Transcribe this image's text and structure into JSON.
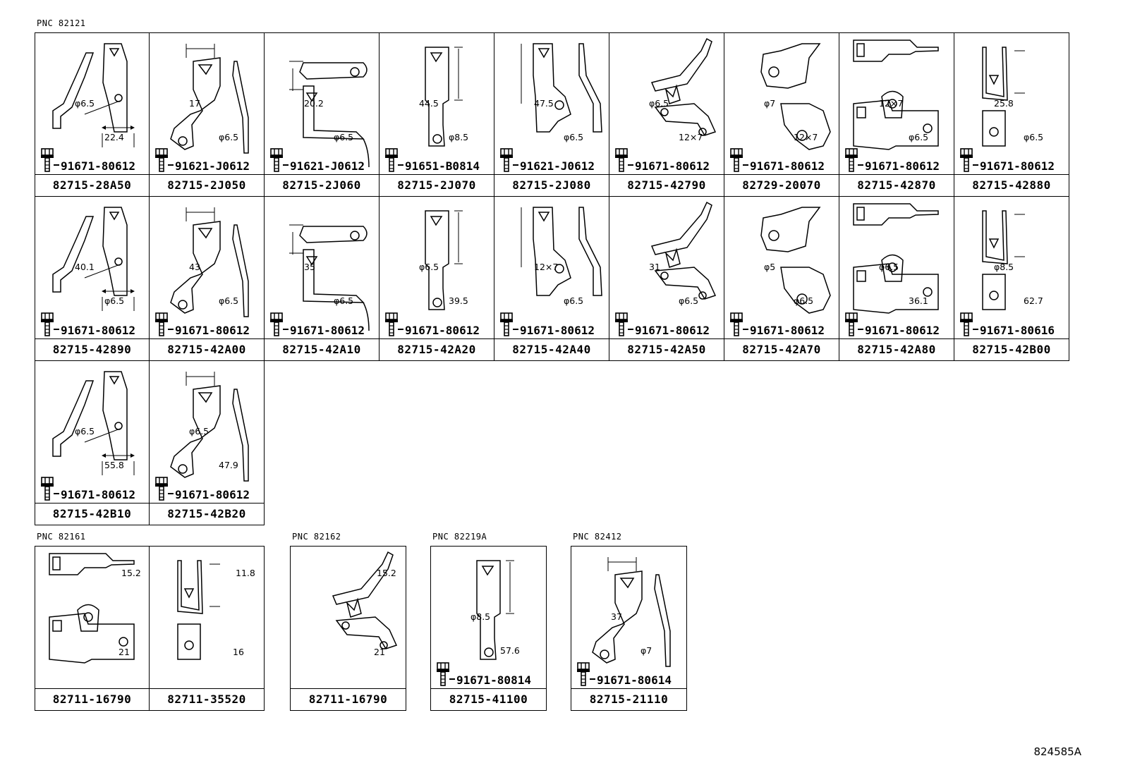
{
  "groups": [
    {
      "pnc": "PNC 82121",
      "cells": [
        {
          "bolt": "91671-80612",
          "part": "82715-28A50",
          "dims": [
            "φ6.5",
            "22.4"
          ]
        },
        {
          "bolt": "91621-J0612",
          "part": "82715-2J050",
          "dims": [
            "17",
            "φ6.5"
          ]
        },
        {
          "bolt": "91621-J0612",
          "part": "82715-2J060",
          "dims": [
            "20.2",
            "φ6.5"
          ]
        },
        {
          "bolt": "91651-B0814",
          "part": "82715-2J070",
          "dims": [
            "44.5",
            "φ8.5"
          ]
        },
        {
          "bolt": "91621-J0612",
          "part": "82715-2J080",
          "dims": [
            "47.5",
            "φ6.5"
          ]
        },
        {
          "bolt": "91671-80612",
          "part": "82715-42790",
          "dims": [
            "φ6.5",
            "12×7"
          ]
        },
        {
          "bolt": "91671-80612",
          "part": "82729-20070",
          "dims": [
            "φ7",
            "12×7"
          ]
        },
        {
          "bolt": "91671-80612",
          "part": "82715-42870",
          "dims": [
            "12×7",
            "φ6.5"
          ]
        },
        {
          "bolt": "91671-80612",
          "part": "82715-42880",
          "dims": [
            "25.8",
            "φ6.5"
          ]
        },
        {
          "bolt": "91671-80612",
          "part": "82715-42890",
          "dims": [
            "40.1",
            "φ6.5"
          ]
        },
        {
          "bolt": "91671-80612",
          "part": "82715-42A00",
          "dims": [
            "43",
            "φ6.5"
          ]
        },
        {
          "bolt": "91671-80612",
          "part": "82715-42A10",
          "dims": [
            "35",
            "φ6.5"
          ]
        },
        {
          "bolt": "91671-80612",
          "part": "82715-42A20",
          "dims": [
            "φ6.5",
            "39.5"
          ]
        },
        {
          "bolt": "91671-80612",
          "part": "82715-42A40",
          "dims": [
            "12×7",
            "φ6.5"
          ]
        },
        {
          "bolt": "91671-80612",
          "part": "82715-42A50",
          "dims": [
            "31",
            "φ6.5"
          ]
        },
        {
          "bolt": "91671-80612",
          "part": "82715-42A70",
          "dims": [
            "φ5",
            "φ6.5"
          ]
        },
        {
          "bolt": "91671-80612",
          "part": "82715-42A80",
          "dims": [
            "φ6.5",
            "36.1"
          ]
        },
        {
          "bolt": "91671-80616",
          "part": "82715-42B00",
          "dims": [
            "φ8.5",
            "62.7"
          ]
        },
        {
          "bolt": "91671-80612",
          "part": "82715-42B10",
          "dims": [
            "φ6.5",
            "55.8"
          ]
        },
        {
          "bolt": "91671-80612",
          "part": "82715-42B20",
          "dims": [
            "φ6.5",
            "47.9"
          ]
        }
      ]
    },
    {
      "pnc": "PNC 82161",
      "cells": [
        {
          "bolt": "",
          "part": "82711-16790",
          "dims": [
            "15.2",
            "21"
          ]
        },
        {
          "bolt": "",
          "part": "82711-35520",
          "dims": [
            "11.8",
            "16"
          ]
        }
      ]
    },
    {
      "pnc": "PNC 82162",
      "cells": [
        {
          "bolt": "",
          "part": "82711-16790",
          "dims": [
            "15.2",
            "21"
          ]
        }
      ]
    },
    {
      "pnc": "PNC 82219A",
      "cells": [
        {
          "bolt": "91671-80814",
          "part": "82715-41100",
          "dims": [
            "φ8.5",
            "57.6"
          ]
        }
      ]
    },
    {
      "pnc": "PNC 82412",
      "cells": [
        {
          "bolt": "91671-80614",
          "part": "82715-21110",
          "dims": [
            "37",
            "φ7"
          ]
        }
      ]
    }
  ],
  "footer_code": "824585A"
}
